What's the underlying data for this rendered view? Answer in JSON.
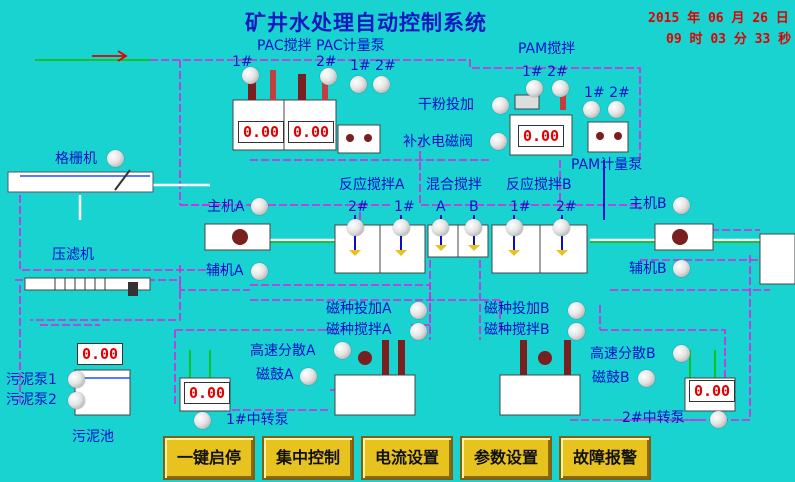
{
  "title": "矿井水处理自动控制系统",
  "clock": {
    "year": "2015",
    "year_unit": "年",
    "month": "06",
    "month_unit": "月",
    "day": "26",
    "day_unit": "日",
    "hour": "09",
    "hour_unit": "时",
    "minute": "03",
    "minute_unit": "分",
    "second": "33",
    "second_unit": "秒"
  },
  "labels": {
    "pac_header": "PAC搅拌 PAC计量泵",
    "pac_mix_1": "1#",
    "pac_mix_2": "2#",
    "pac_pump_12": "1# 2#",
    "pam_header": "PAM搅拌",
    "pam_mix_12": "1# 2#",
    "pam_pump_12": "1# 2#",
    "dry_powder": "干粉投加",
    "water_valve": "补水电磁阀",
    "pam_pump": "PAM计量泵",
    "grille": "格栅机",
    "react_a": "反应搅拌A",
    "mix": "混合搅拌",
    "react_b": "反应搅拌B",
    "main_a": "主机A",
    "aux_a": "辅机A",
    "main_b": "主机B",
    "aux_b": "辅机B",
    "tank_2a": "2#",
    "tank_1a": "1#",
    "tank_A": "A",
    "tank_B": "B",
    "tank_1b": "1#",
    "tank_2b": "2#",
    "filter_press": "压滤机",
    "seed_dose_a": "磁种投加A",
    "seed_mix_a": "磁种搅拌A",
    "seed_dose_b": "磁种投加B",
    "seed_mix_b": "磁种搅拌B",
    "disperse_a": "高速分散A",
    "drum_a": "磁鼓A",
    "disperse_b": "高速分散B",
    "drum_b": "磁鼓B",
    "sludge_pump_1": "污泥泵1",
    "sludge_pump_2": "污泥泵2",
    "sludge_pool": "污泥池",
    "transfer_1": "1#中转泵",
    "transfer_2": "2#中转泵"
  },
  "displays": {
    "pac_1": "0.00",
    "pac_2": "0.00",
    "pam": "0.00",
    "sludge": "0.00",
    "transfer_1": "0.00",
    "transfer_2": "0.00"
  },
  "buttons": {
    "one_key": "一键启停",
    "central": "集中控制",
    "current": "电流设置",
    "params": "参数设置",
    "fault": "故障报警"
  },
  "colors": {
    "background": "#19d3d1",
    "title": "#1018c0",
    "clock": "#e00000",
    "pipe_magenta": "#e020e0",
    "pipe_white": "#ffffff",
    "pipe_green": "#10c010",
    "button": "#e8c320"
  }
}
